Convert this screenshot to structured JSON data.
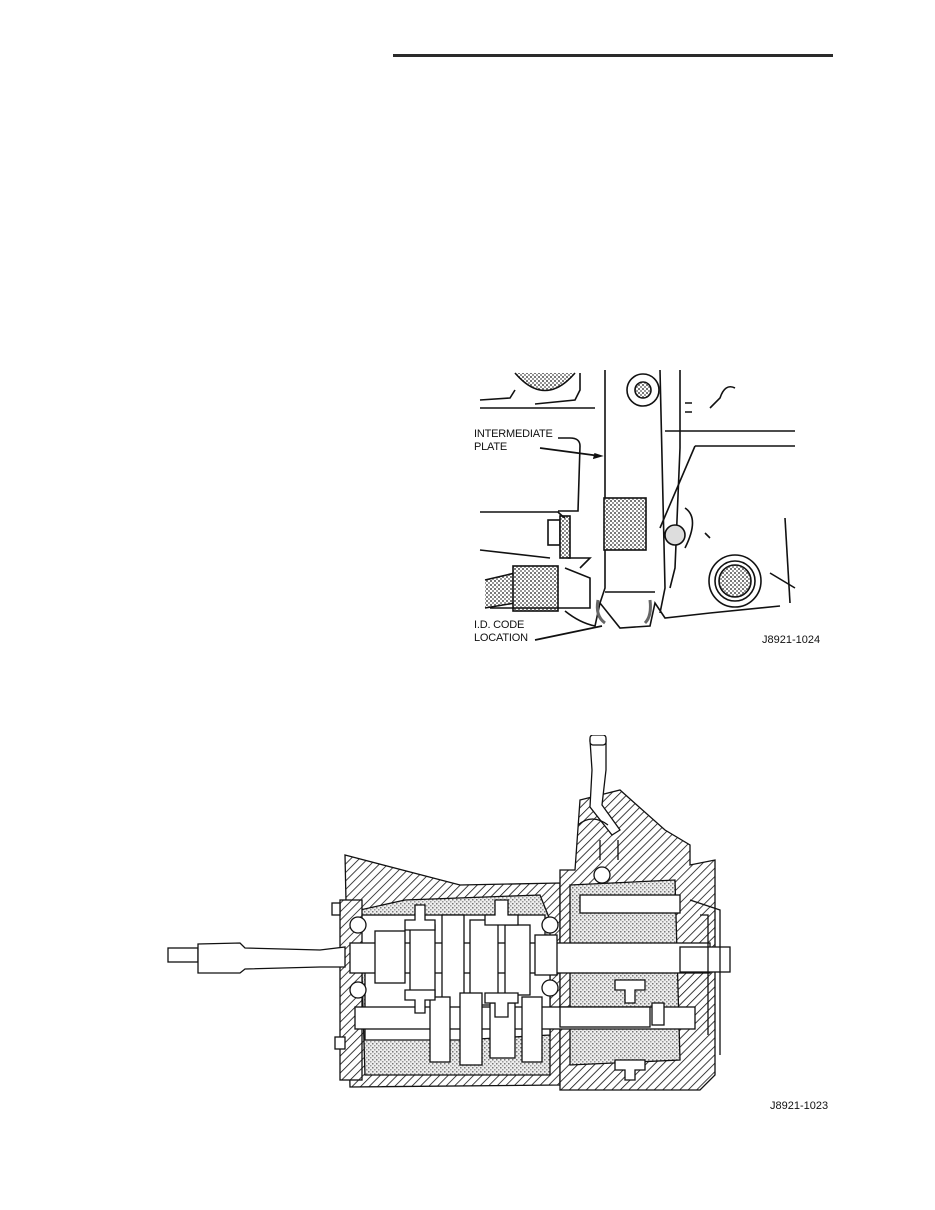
{
  "page": {
    "header_rule": true
  },
  "figures": [
    {
      "id": "J8921-1024",
      "callouts": [
        {
          "line1": "INTERMEDIATE",
          "line2": "PLATE"
        },
        {
          "line1": "I.D. CODE",
          "line2": "LOCATION"
        }
      ]
    },
    {
      "id": "J8921-1023",
      "callouts": []
    }
  ],
  "colors": {
    "ink": "#111111",
    "paper": "#ffffff",
    "stipple": "#9a9a9a"
  }
}
